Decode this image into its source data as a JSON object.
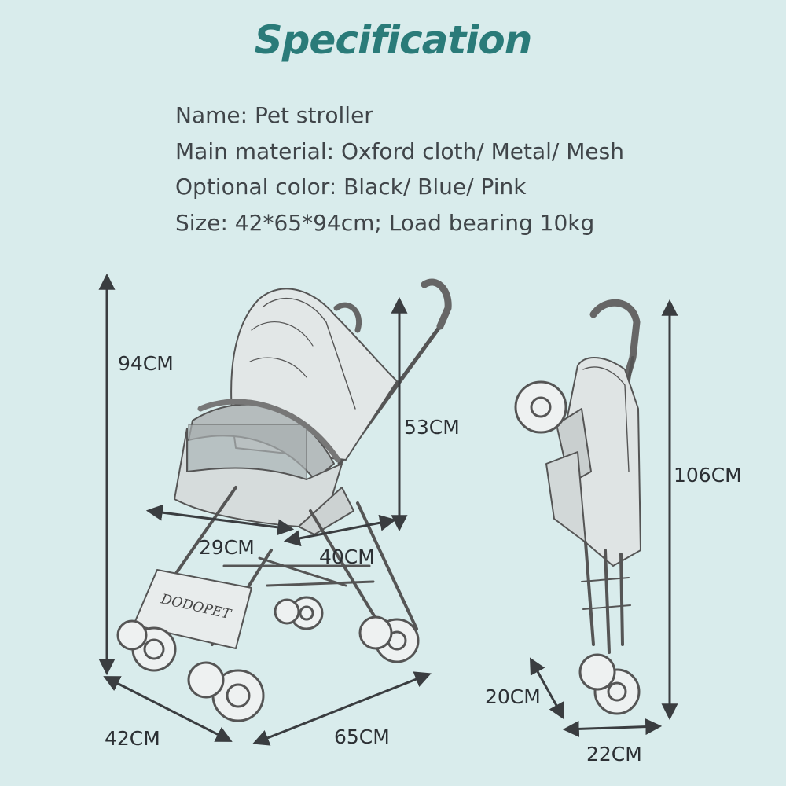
{
  "header": {
    "title": "Specification"
  },
  "specs": {
    "name": "Name: Pet stroller",
    "material": "Main material: Oxford cloth/ Metal/ Mesh",
    "color": "Optional color: Black/ Blue/ Pink",
    "size": "Size: 42*65*94cm; Load bearing 10kg"
  },
  "product": {
    "brand_print": "DODOPET"
  },
  "dimensions": {
    "height_open": "94CM",
    "seat_height": "53CM",
    "seat_depth": "29CM",
    "seat_width": "40CM",
    "width_open": "42CM",
    "length_open": "65CM",
    "height_folded": "106CM",
    "depth_folded": "20CM",
    "width_folded": "22CM"
  },
  "colors": {
    "background": "#d9ecec",
    "title": "#2a7b79",
    "arrow": "#3a3d40",
    "sketch": "#555555"
  }
}
